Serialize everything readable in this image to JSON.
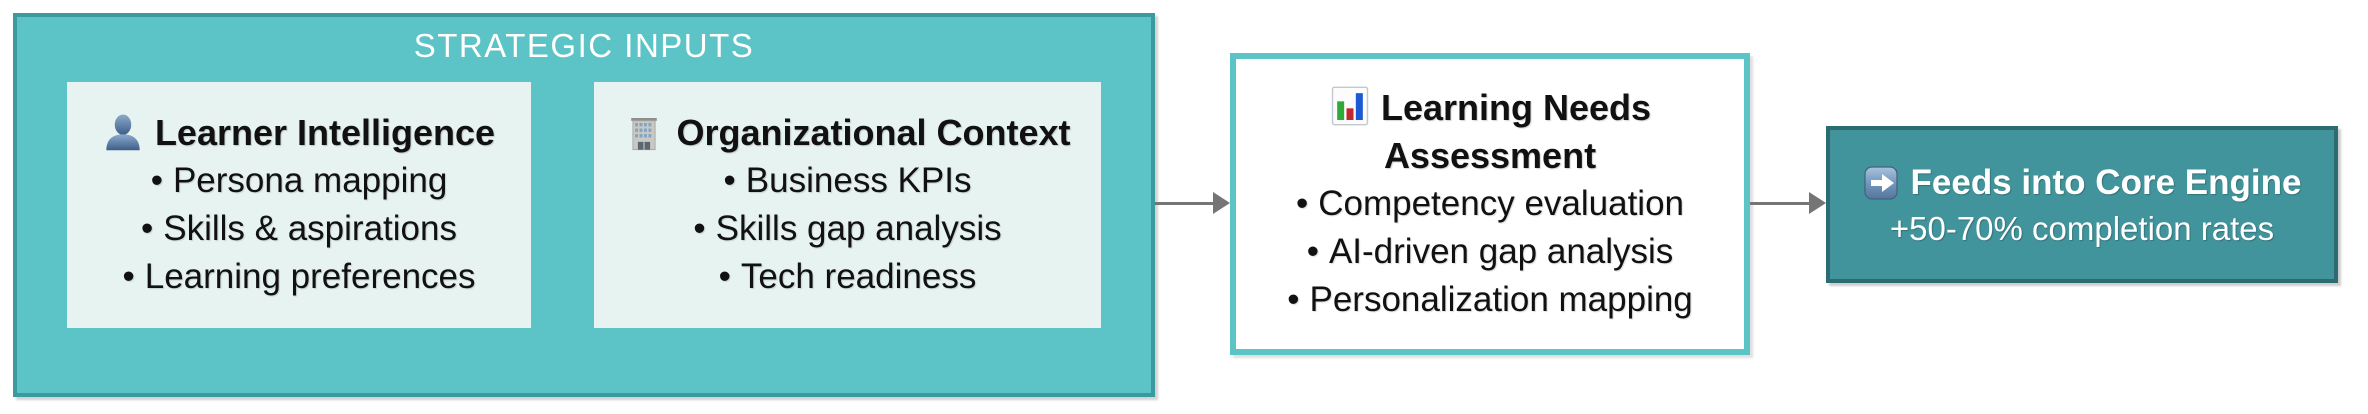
{
  "bullet_char": "•",
  "palette": {
    "container_fill": "#5cc3c6",
    "container_border": "#3a9a9f",
    "card_fill": "#e7f3f1",
    "assessment_fill": "#ffffff",
    "assessment_border": "#5cc3c6",
    "result_fill": "#41949b",
    "result_border": "#2c6b70",
    "arrow_gray": "#757575",
    "title_text": "#ffffff",
    "body_text": "#111111"
  },
  "strategic_inputs": {
    "title": "STRATEGIC INPUTS",
    "cards": [
      {
        "icon": "person-icon",
        "title": "Learner Intelligence",
        "bullets": [
          "Persona mapping",
          "Skills & aspirations",
          "Learning preferences"
        ]
      },
      {
        "icon": "building-icon",
        "title": "Organizational Context",
        "bullets": [
          "Business KPIs",
          "Skills gap analysis",
          "Tech readiness"
        ]
      }
    ]
  },
  "assessment": {
    "icon": "bar-chart-icon",
    "title": "Learning Needs Assessment",
    "bullets": [
      "Competency evaluation",
      "AI-driven gap analysis",
      "Personalization mapping"
    ]
  },
  "result": {
    "icon": "arrow-right-icon",
    "title": "Feeds into Core Engine",
    "subtitle": "+50-70% completion rates"
  }
}
